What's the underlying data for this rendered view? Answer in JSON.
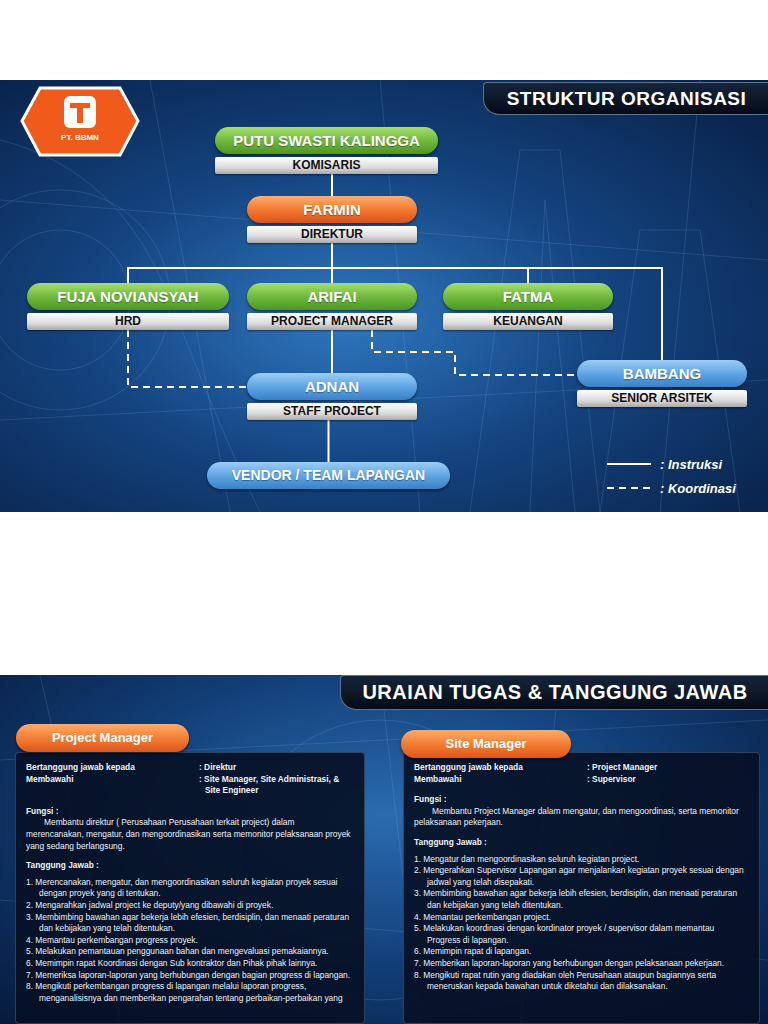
{
  "diagram": {
    "title": "STRUKTUR ORGANISASI",
    "nodes": [
      {
        "text": [
          "PUTU SWASTI KALINGGA",
          "KOMISARIS"
        ]
      },
      {
        "text": [
          "FARMIN",
          "DIREKTUR"
        ]
      },
      {
        "text": [
          "FUJA NOVIANSYAH",
          "HRD"
        ]
      },
      {
        "text": [
          "ARIFAI",
          "PROJECT MANAGER"
        ]
      },
      {
        "text": [
          "FATMA",
          "KEUANGAN"
        ]
      },
      {
        "text": [
          "ADNAN",
          "STAFF PROJECT"
        ]
      },
      {
        "text": [
          "BAMBANG",
          "SENIOR ARSITEK"
        ]
      },
      {
        "text": [
          "VENDOR / TEAM LAPANGAN"
        ]
      },
      {
        "text": [
          "Project Manager",
          "Bertanggung jawab kepada",
          ": Direktur",
          "Membawahi",
          ": Site Manager, Site Administrasi, & Site Engineer",
          "Fungsi :",
          "Membantu direktur ( Perusahaan Perusahaan terkait project) dalam merencanakan, mengatur, dan mengoordinasikan serta memonitor pelaksanaan proyek yang sedang berlangsung.",
          "Tanggung Jawab :",
          "1. Merencanakan, mengatur, dan mengoordinasikan seluruh kegiatan proyek sesuai dengan proyek yang di tentukan.",
          "2. Mengarahkan jadwal project ke deputy/yang dibawahi di proyek.",
          "3. Membimbing bawahan agar bekerja lebih efesien, berdisiplin, dan menaati peraturan dan kebijakan yang telah ditentukan.",
          "4. Memantau perkembangan progress proyek.",
          "5. Melakukan pemantauan penggunaan bahan dan mengevaluasi pemakaiannya.",
          "6. Memimpin rapat Koordinasi dengan Sub kontraktor dan Pihak pihak lainnya.",
          "7. Memeriksa laporan-laporan yang berhubungan dengan bagian progress di lapangan.",
          "8. Mengikuti perkembangan progress di lapangan melalui laporan progress, menganalisisnya dan memberikan pengarahan tentang perbaikan-perbaikan yang"
        ]
      },
      {
        "text": [
          "Site Manager",
          "Bertanggung jawab kepada",
          ": Project Manager",
          "Membawahi",
          ": Supervisor",
          "Fungsi :",
          "Membantu Project Manager dalam mengatur, dan mengoordinasi, serta memonitor pelaksanaan pekerjaan.",
          "Tanggung Jawab :",
          "1. Mengatur dan mengoordinasikan seluruh kegiatan project.",
          "2. Mengerahkan Supervisor Lapangan agar menjalankan kegiatan proyek sesuai dengan jadwal yang telah disepakati.",
          "3. Membimbing bawahan agar bekerja lebih efesien, berdisiplin, dan menaati peraturan dan kebijakan yang telah ditentukan.",
          "4. Memantau perkembangan project.",
          "5. Melakukan koordinasi dengan kordinator proyek / supervisor dalam memantau Progress di lapangan.",
          "6. Memimpin rapat di lapangan.",
          "7. Memberikan laporan-laporan yang berhubungan dengan pelaksanaan pekerjaan.",
          "8. Mengikuti rapat rutin yang diadakan oleh Perusahaan ataupun bagiannya serta meneruskan kepada bawahan untuk diketahui dan dilaksanakan."
        ]
      }
    ],
    "edges": [
      {
        "from": 0,
        "to": 1,
        "arrow": "none"
      },
      {
        "from": 1,
        "to": 2,
        "arrow": "none"
      },
      {
        "from": 1,
        "to": 3,
        "arrow": "none"
      },
      {
        "from": 1,
        "to": 4,
        "arrow": "none"
      },
      {
        "from": 1,
        "to": 6,
        "arrow": "none"
      },
      {
        "from": 3,
        "to": 5,
        "arrow": "none"
      },
      {
        "from": 5,
        "to": 7,
        "arrow": "none"
      },
      {
        "from": 2,
        "to": 5,
        "arrow": "none"
      },
      {
        "from": 3,
        "to": 6,
        "arrow": "none"
      }
    ],
    "labels": [
      "PT. BBMN",
      "URAIAN TUGAS & TANGGUNG JAWAB"
    ],
    "legend": [
      {
        "text": ": Instruksi"
      },
      {
        "text": ": Koordinasi"
      }
    ]
  }
}
